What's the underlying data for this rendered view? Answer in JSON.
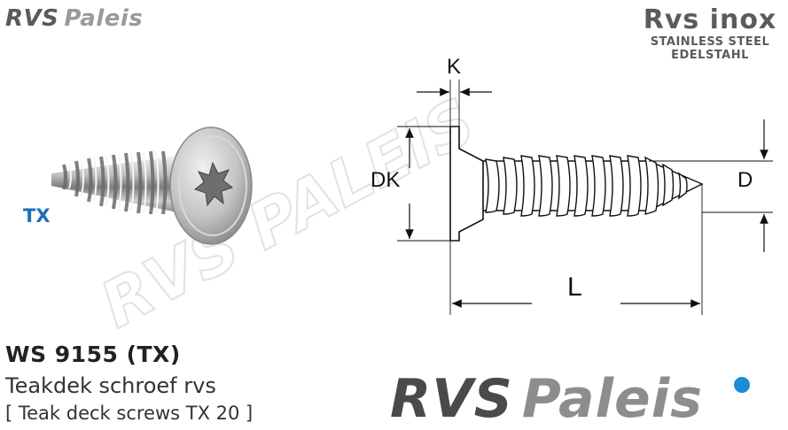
{
  "header": {
    "brand_part1": "RVS",
    "brand_part2": "Paleis"
  },
  "badge": {
    "line1": "Rvs inox",
    "line2": "STAINLESS STEEL",
    "line3": "EDELSTAHL"
  },
  "drive_label": "TX",
  "dimensions": {
    "head_height": "K",
    "head_diameter": "DK",
    "thread_diameter": "D",
    "length": "L"
  },
  "product": {
    "code": "WS 9155 (TX)",
    "name_nl": "Teakdek schroef rvs",
    "name_en": "[ Teak deck screws TX 20 ]"
  },
  "footer": {
    "brand_part1": "RVS",
    "brand_part2": "Paleis",
    "dot_color": "#1c8bd8"
  },
  "colors": {
    "tx_blue": "#1c6fb6",
    "brand_gray": "#5a5a5a"
  }
}
